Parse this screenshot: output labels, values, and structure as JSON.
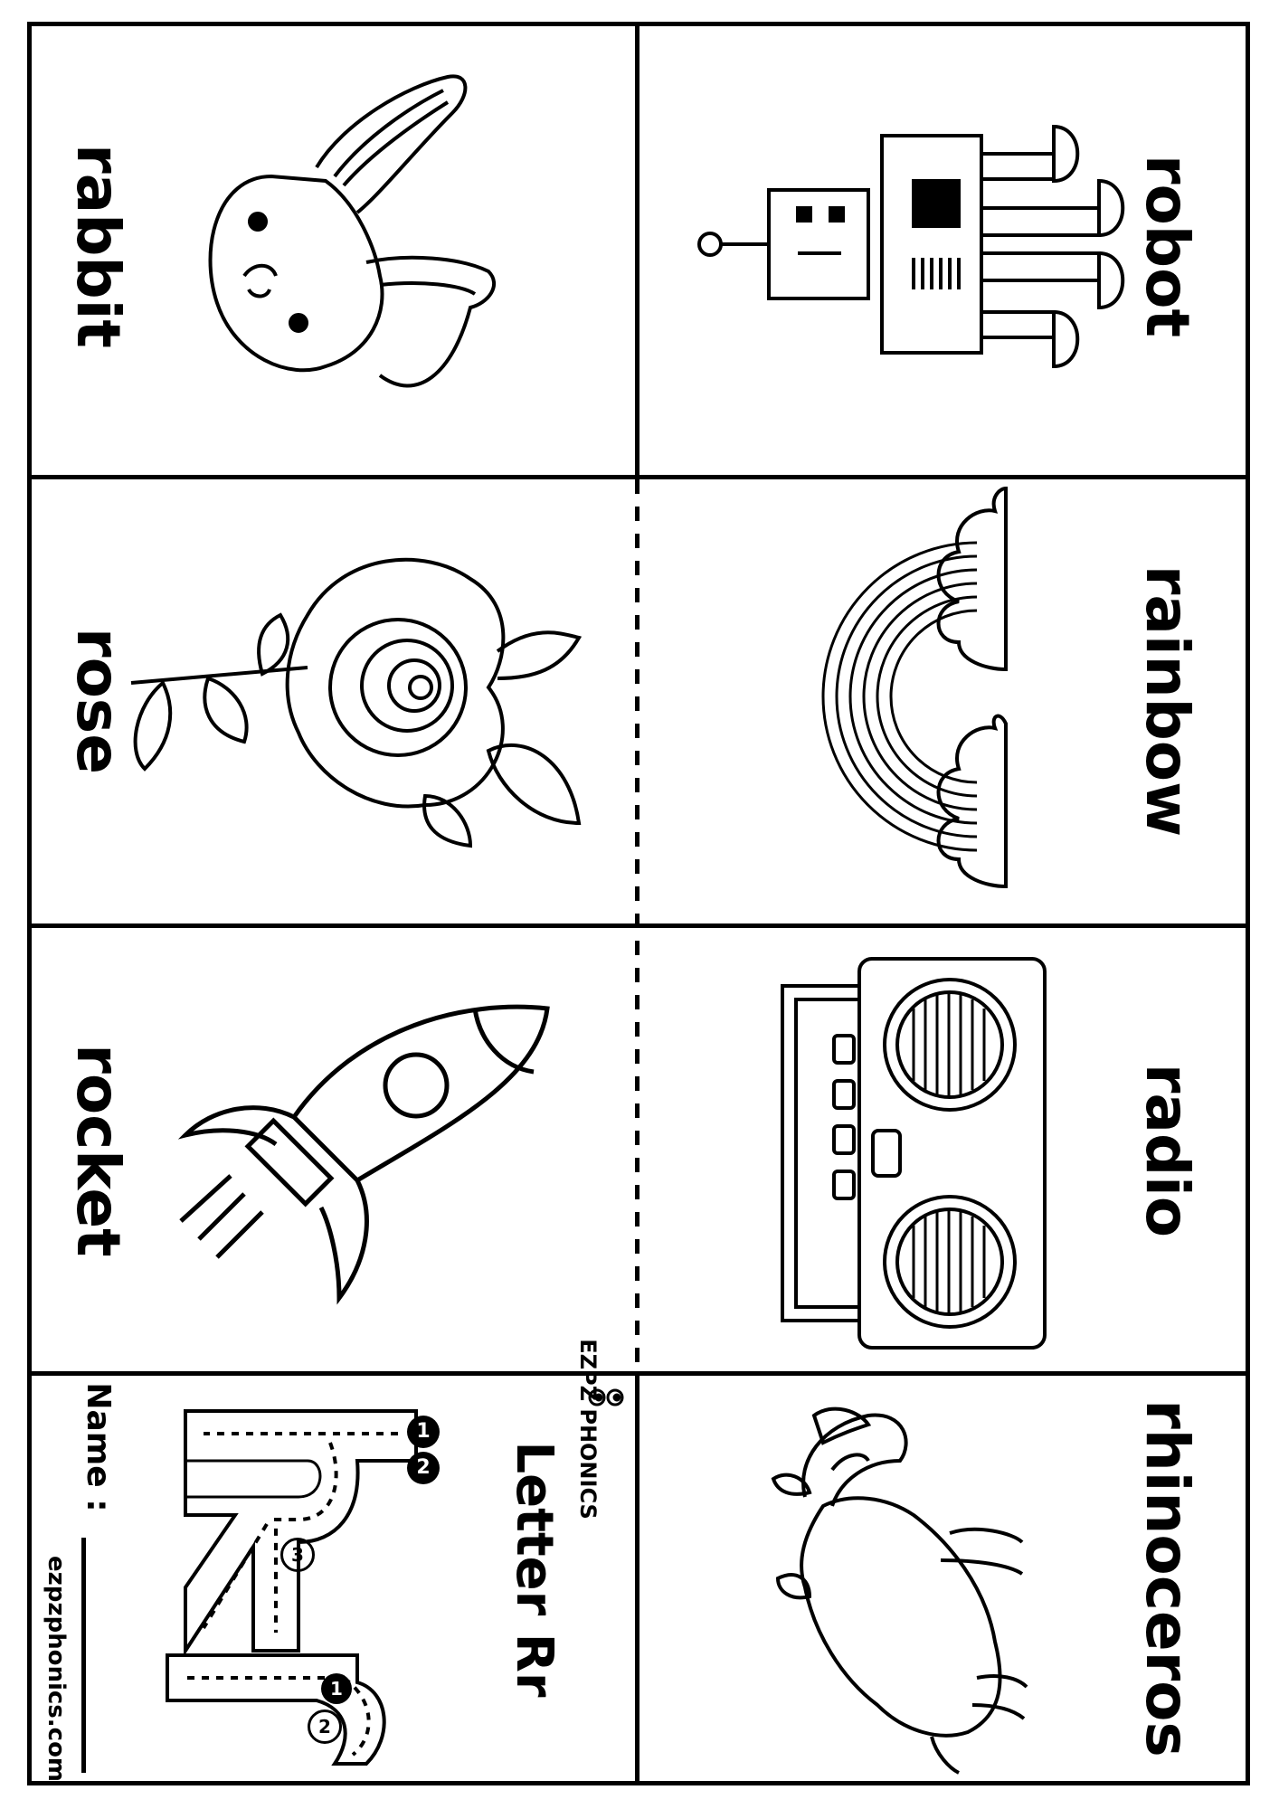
{
  "cards": [
    {
      "word": "rabbit",
      "icon": "rabbit-icon"
    },
    {
      "word": "robot",
      "icon": "robot-icon"
    },
    {
      "word": "rose",
      "icon": "rose-icon"
    },
    {
      "word": "rainbow",
      "icon": "rainbow-icon"
    },
    {
      "word": "rocket",
      "icon": "rocket-icon"
    },
    {
      "word": "radio",
      "icon": "radio-icon"
    },
    {
      "word": "rhinoceros",
      "icon": "rhinoceros-icon"
    }
  ],
  "cover": {
    "title": "Letter Rr",
    "name_label": "Name :",
    "website": "ezpzphonics.com",
    "logo_text": "EZPZ PHONICS",
    "stroke_numbers": [
      "1",
      "2",
      "3"
    ]
  }
}
